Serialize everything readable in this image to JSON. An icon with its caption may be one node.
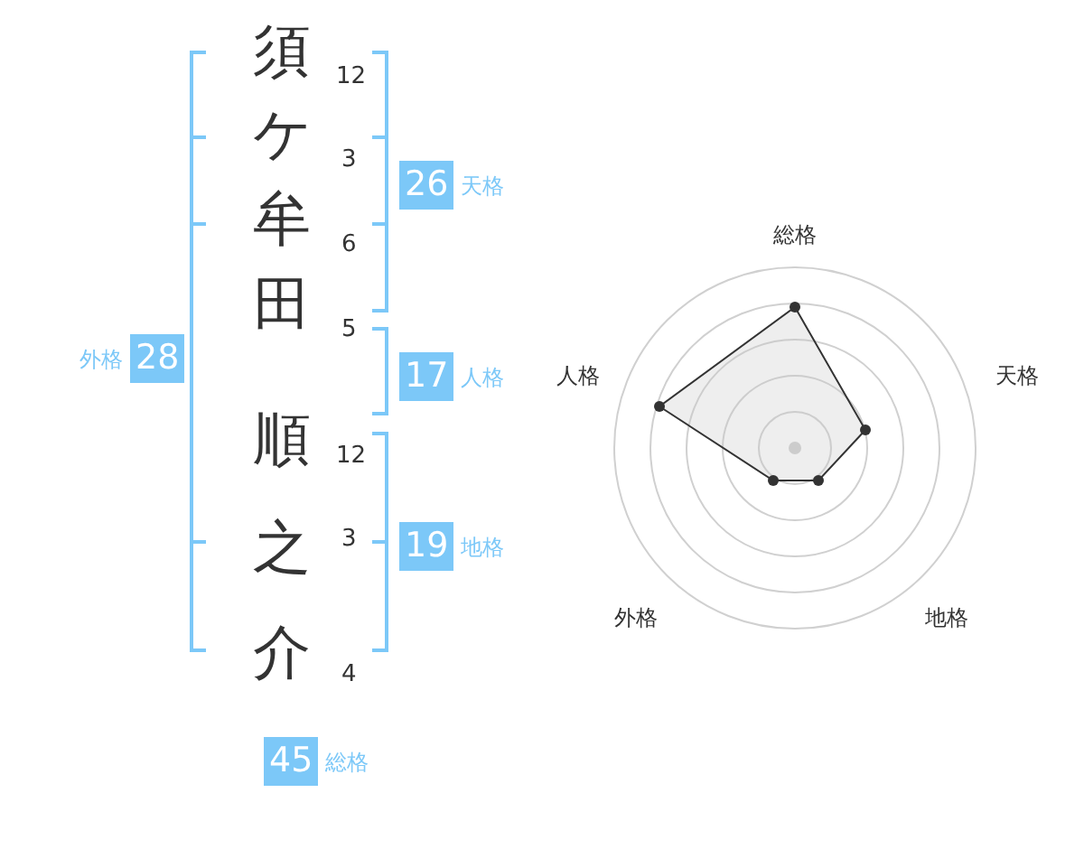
{
  "diagram": {
    "nodes": [
      {
        "text": [
          "26"
        ],
        "beside": [
          "天格"
        ]
      },
      {
        "text": [
          "28"
        ],
        "beside": [
          "外格"
        ]
      },
      {
        "text": [
          "17"
        ],
        "beside": [
          "人格"
        ]
      },
      {
        "text": [
          "19"
        ],
        "beside": [
          "地格"
        ]
      },
      {
        "text": [
          "45"
        ],
        "beside": [
          "総格"
        ]
      }
    ],
    "labels": [
      "須",
      "12",
      "ケ",
      "3",
      "牟",
      "6",
      "田",
      "5",
      "順",
      "12",
      "之",
      "3",
      "介",
      "4",
      "総格",
      "人格",
      "天格",
      "外格",
      "地格"
    ]
  }
}
